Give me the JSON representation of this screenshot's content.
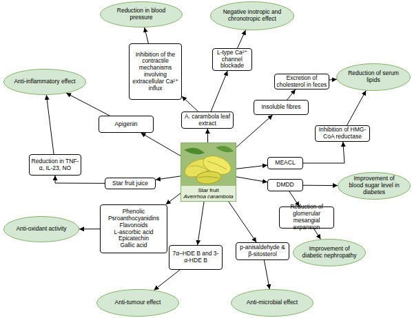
{
  "diagram": {
    "nodes": [
      {
        "text": [
          "Reduction in blood pressure"
        ]
      },
      {
        "text": [
          "Negative inotropic and chronotropic effect"
        ]
      },
      {
        "text": [
          "Inhibition of the contractile mechanisms involving extracellular Ca²⁺ influx"
        ]
      },
      {
        "text": [
          "L-type Ca²⁺ channel blockade"
        ]
      },
      {
        "text": [
          "Anti-inflammatory effect"
        ]
      },
      {
        "text": [
          "Reduction of serum lipids"
        ]
      },
      {
        "text": [
          "Excretion of cholesterol in feces"
        ]
      },
      {
        "text": [
          "Insoluble fibres"
        ]
      },
      {
        "text": [
          "A. carambola leaf extract"
        ]
      },
      {
        "text": [
          "Apigenin"
        ]
      },
      {
        "text": [
          "Inhibition of HMG-CoA reductase"
        ]
      },
      {
        "text": [
          "Star fruit",
          "Averrhoa carambola"
        ]
      },
      {
        "text": [
          "MEACL"
        ]
      },
      {
        "text": [
          "Reduction in TNF-α, IL-23, NO"
        ]
      },
      {
        "text": [
          "Star fruit juice"
        ]
      },
      {
        "text": [
          "DMDD"
        ]
      },
      {
        "text": [
          "Improvement of blood sugar level in diabetes"
        ]
      },
      {
        "text": [
          "Phenolic",
          "Psroanthocyanidins",
          "Flavonoids",
          "L-ascorbic acid",
          "Epicatechin",
          "Gallic acid"
        ]
      },
      {
        "text": [
          "Reduction of glomerular mesangial expansion"
        ]
      },
      {
        "text": [
          "Anti-oxidant activity"
        ]
      },
      {
        "text": [
          "p-anisaldehyde & β-sitosterol"
        ]
      },
      {
        "text": [
          "7α–HDE B and 3-α-HDE B"
        ]
      },
      {
        "text": [
          "Improvement of diabetic nephropathy"
        ]
      },
      {
        "text": [
          "Anti-tumour effect"
        ]
      },
      {
        "text": [
          "Anti-microbial effect"
        ]
      }
    ],
    "edges": [
      {
        "from": 11,
        "to": 8,
        "arrow": "to"
      },
      {
        "from": 8,
        "to": 2,
        "arrow": "to"
      },
      {
        "from": 2,
        "to": 0,
        "arrow": "to"
      },
      {
        "from": 8,
        "to": 3,
        "arrow": "to"
      },
      {
        "from": 3,
        "to": 1,
        "arrow": "to"
      },
      {
        "from": 11,
        "to": 7,
        "arrow": "to"
      },
      {
        "from": 7,
        "to": 6,
        "arrow": "to"
      },
      {
        "from": 6,
        "to": 5,
        "arrow": "to"
      },
      {
        "from": 11,
        "to": 12,
        "arrow": "to"
      },
      {
        "from": 12,
        "to": 10,
        "arrow": "to"
      },
      {
        "from": 10,
        "to": 5,
        "arrow": "to"
      },
      {
        "from": 11,
        "to": 15,
        "arrow": "to"
      },
      {
        "from": 15,
        "to": 16,
        "arrow": "to"
      },
      {
        "from": 15,
        "to": 18,
        "arrow": "to"
      },
      {
        "from": 18,
        "to": 22,
        "arrow": "to"
      },
      {
        "from": 11,
        "to": 9,
        "arrow": "to"
      },
      {
        "from": 9,
        "to": 4,
        "arrow": "to"
      },
      {
        "from": 11,
        "to": 14,
        "arrow": "to"
      },
      {
        "from": 14,
        "to": 13,
        "arrow": "to"
      },
      {
        "from": 13,
        "to": 4,
        "arrow": "to"
      },
      {
        "from": 11,
        "to": 17,
        "arrow": "to"
      },
      {
        "from": 17,
        "to": 19,
        "arrow": "to"
      },
      {
        "from": 11,
        "to": 21,
        "arrow": "to"
      },
      {
        "from": 21,
        "to": 23,
        "arrow": "to"
      },
      {
        "from": 11,
        "to": 20,
        "arrow": "to"
      },
      {
        "from": 20,
        "to": 24,
        "arrow": "to"
      }
    ]
  }
}
